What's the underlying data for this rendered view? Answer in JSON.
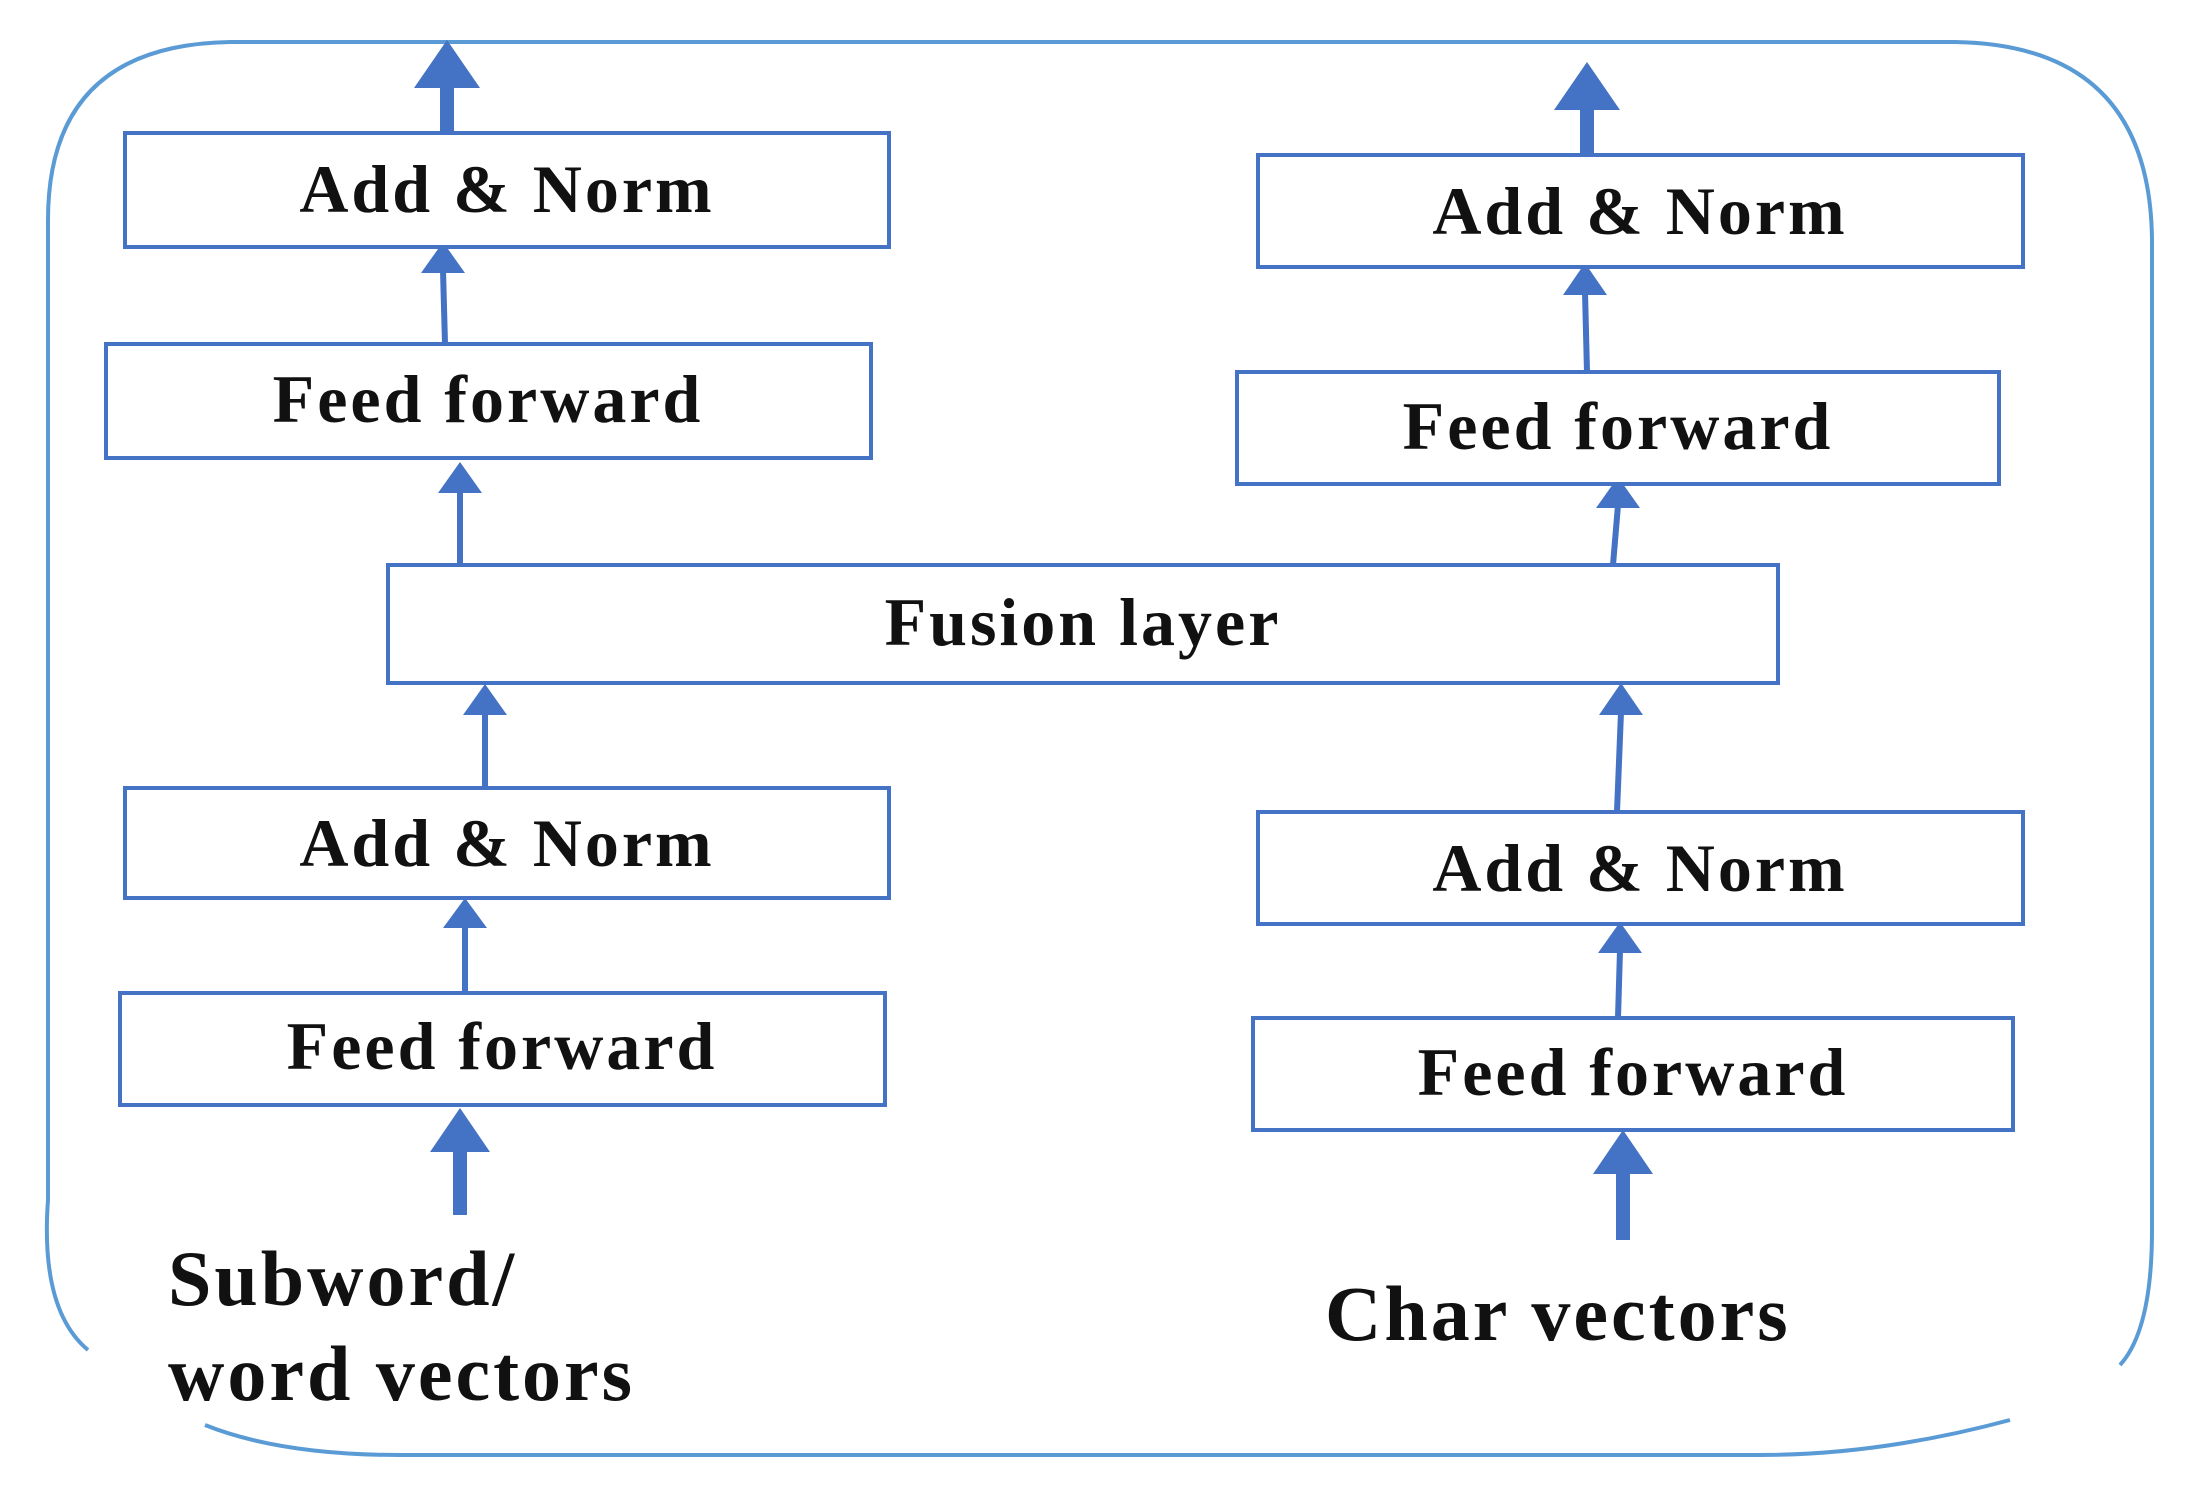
{
  "diagram": {
    "colors": {
      "stroke": "#4472c4",
      "text": "#111111",
      "background": "#ffffff"
    },
    "left_branch": {
      "input_label_line1": "Subword/",
      "input_label_line2": "word vectors",
      "lower_feed_forward": "Feed forward",
      "lower_add_norm": "Add & Norm",
      "upper_feed_forward": "Feed forward",
      "upper_add_norm": "Add & Norm"
    },
    "fusion": {
      "label": "Fusion layer"
    },
    "right_branch": {
      "input_label": "Char vectors",
      "lower_feed_forward": "Feed forward",
      "lower_add_norm": "Add & Norm",
      "upper_feed_forward": "Feed forward",
      "upper_add_norm": "Add & Norm"
    }
  }
}
